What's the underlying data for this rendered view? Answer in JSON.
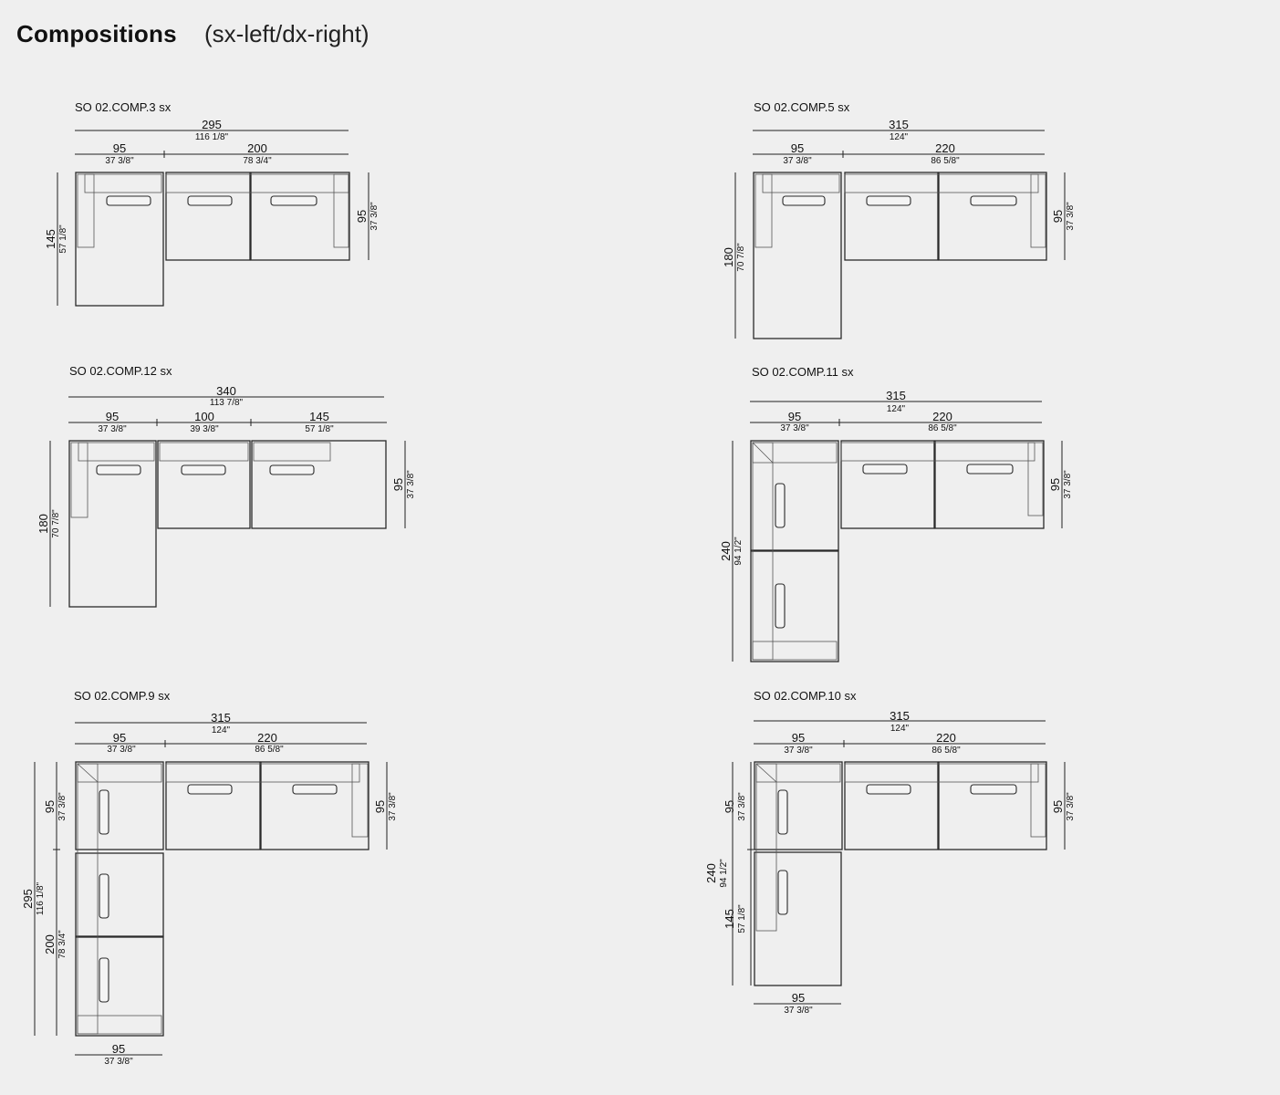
{
  "header": {
    "title": "Compositions",
    "subtitle": "(sx-left/dx-right)"
  },
  "compositions": [
    {
      "name": "SO 02.COMP.3 sx",
      "dims": [
        {
          "cm": "295",
          "in": "116 1/8\""
        },
        {
          "cm": "95",
          "in": "37 3/8\""
        },
        {
          "cm": "200",
          "in": "78 3/4\""
        },
        {
          "cm": "145",
          "in": "57 1/8\""
        },
        {
          "cm": "95",
          "in": "37 3/8\""
        }
      ]
    },
    {
      "name": "SO 02.COMP.5 sx",
      "dims": [
        {
          "cm": "315",
          "in": "124\""
        },
        {
          "cm": "95",
          "in": "37 3/8\""
        },
        {
          "cm": "220",
          "in": "86 5/8\""
        },
        {
          "cm": "180",
          "in": "70 7/8\""
        },
        {
          "cm": "95",
          "in": "37 3/8\""
        }
      ]
    },
    {
      "name": "SO 02.COMP.12 sx",
      "dims": [
        {
          "cm": "340",
          "in": "113 7/8\""
        },
        {
          "cm": "95",
          "in": "37 3/8\""
        },
        {
          "cm": "100",
          "in": "39 3/8\""
        },
        {
          "cm": "145",
          "in": "57 1/8\""
        },
        {
          "cm": "180",
          "in": "70 7/8\""
        },
        {
          "cm": "95",
          "in": "37 3/8\""
        }
      ]
    },
    {
      "name": "SO 02.COMP.11 sx",
      "dims": [
        {
          "cm": "315",
          "in": "124\""
        },
        {
          "cm": "95",
          "in": "37 3/8\""
        },
        {
          "cm": "220",
          "in": "86 5/8\""
        },
        {
          "cm": "240",
          "in": "94 1/2\""
        },
        {
          "cm": "95",
          "in": "37 3/8\""
        }
      ]
    },
    {
      "name": "SO 02.COMP.9 sx",
      "dims": [
        {
          "cm": "315",
          "in": "124\""
        },
        {
          "cm": "95",
          "in": "37 3/8\""
        },
        {
          "cm": "220",
          "in": "86 5/8\""
        },
        {
          "cm": "95",
          "in": "37 3/8\""
        },
        {
          "cm": "295",
          "in": "116 1/8\""
        },
        {
          "cm": "200",
          "in": "78 3/4\""
        },
        {
          "cm": "95",
          "in": "37 3/8\""
        },
        {
          "cm": "95",
          "in": "37 3/8\""
        }
      ]
    },
    {
      "name": "SO 02.COMP.10 sx",
      "dims": [
        {
          "cm": "315",
          "in": "124\""
        },
        {
          "cm": "95",
          "in": "37 3/8\""
        },
        {
          "cm": "220",
          "in": "86 5/8\""
        },
        {
          "cm": "95",
          "in": "37 3/8\""
        },
        {
          "cm": "240",
          "in": "94 1/2\""
        },
        {
          "cm": "145",
          "in": "57 1/8\""
        },
        {
          "cm": "95",
          "in": "37 3/8\""
        },
        {
          "cm": "95",
          "in": "37 3/8\""
        }
      ]
    }
  ]
}
